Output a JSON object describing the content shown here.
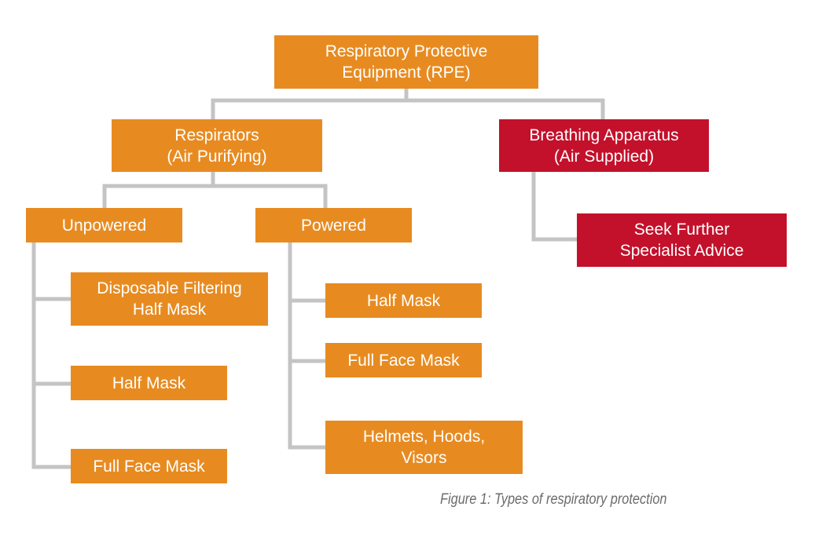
{
  "colors": {
    "orange": "#e78b21",
    "red": "#c3112b",
    "connector": "#c4c4c4",
    "caption": "#6b6b6b"
  },
  "nodes": {
    "rpe": {
      "line1": "Respiratory Protective",
      "line2": "Equipment (RPE)"
    },
    "respirators": {
      "line1": "Respirators",
      "line2": "(Air Purifying)"
    },
    "breathing_apparatus": {
      "line1": "Breathing Apparatus",
      "line2": "(Air Supplied)"
    },
    "seek_advice": {
      "line1": "Seek Further",
      "line2": "Specialist Advice"
    },
    "unpowered": {
      "label": "Unpowered"
    },
    "powered": {
      "label": "Powered"
    },
    "disposable_half_mask": {
      "line1": "Disposable Filtering",
      "line2": "Half Mask"
    },
    "unpowered_half_mask": {
      "label": "Half Mask"
    },
    "unpowered_full_face": {
      "label": "Full Face Mask"
    },
    "powered_half_mask": {
      "label": "Half Mask"
    },
    "powered_full_face": {
      "label": "Full Face Mask"
    },
    "helmets": {
      "line1": "Helmets, Hoods,",
      "line2": "Visors"
    }
  },
  "caption": "Figure 1: Types of respiratory protection"
}
